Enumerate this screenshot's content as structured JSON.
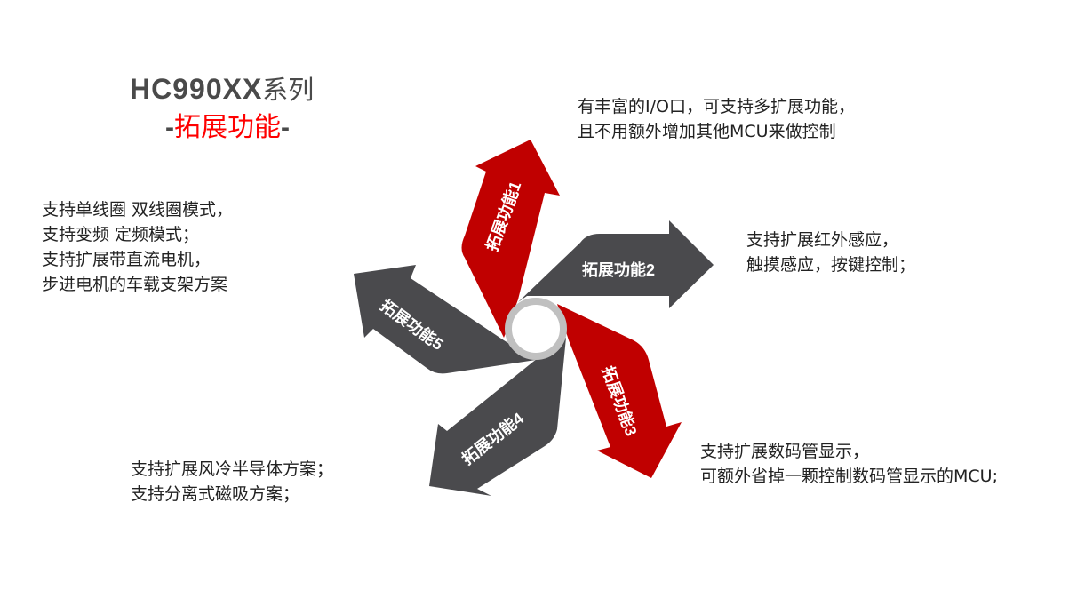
{
  "title": {
    "code": "HC990XX",
    "series": "系列",
    "subtitle_dash_left": "-",
    "subtitle": "拓展功能",
    "subtitle_dash_right": "-"
  },
  "colors": {
    "red": "#c00000",
    "dark": "#4a4a4d",
    "ring": "#c0c0c0",
    "subtitle": "#ff0000"
  },
  "arrows": [
    {
      "label": "拓展功能1",
      "color": "red"
    },
    {
      "label": "拓展功能2",
      "color": "dark"
    },
    {
      "label": "拓展功能3",
      "color": "red"
    },
    {
      "label": "拓展功能4",
      "color": "dark"
    },
    {
      "label": "拓展功能5",
      "color": "dark"
    }
  ],
  "descriptions": {
    "f1": [
      "有丰富的I/O口，可支持多扩展功能，",
      "且不用额外增加其他MCU来做控制"
    ],
    "f2": [
      "支持扩展红外感应，",
      "触摸感应，按键控制；"
    ],
    "f3": [
      "支持扩展数码管显示，",
      "可额外省掉一颗控制数码管显示的MCU;"
    ],
    "f4": [
      "支持扩展风冷半导体方案；",
      "支持分离式磁吸方案；"
    ],
    "f5": [
      "支持单线圈 双线圈模式，",
      "支持变频 定频模式；",
      "支持扩展带直流电机，",
      "步进电机的车载支架方案"
    ]
  }
}
